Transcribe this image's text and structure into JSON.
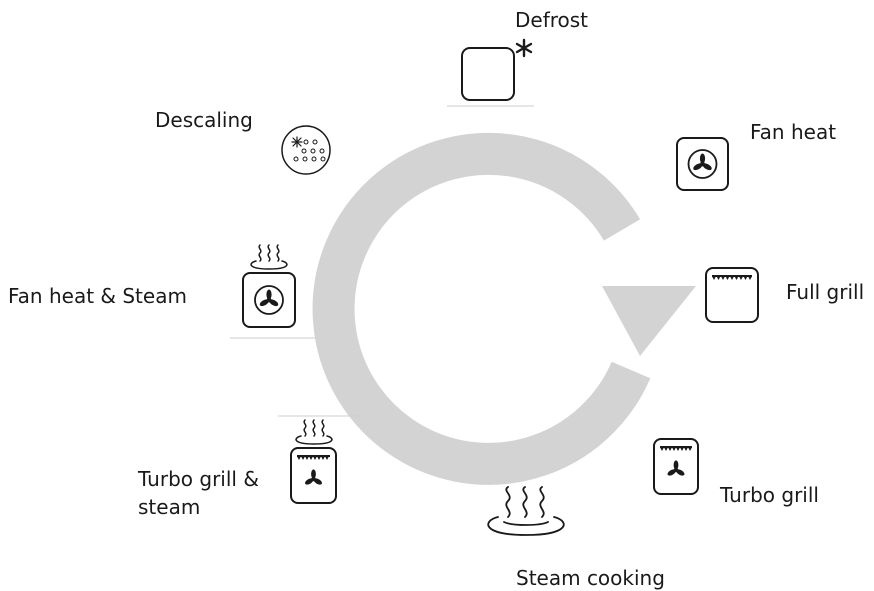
{
  "diagram": {
    "modes": {
      "defrost": {
        "label": "Defrost",
        "icon": "snowflake-asterisk-icon"
      },
      "fan_heat": {
        "label": "Fan heat",
        "icon": "fan-icon"
      },
      "full_grill": {
        "label": "Full grill",
        "icon": "grill-element-icon"
      },
      "turbo_grill": {
        "label": "Turbo grill",
        "icon": "grill-fan-icon"
      },
      "steam_cooking": {
        "label": "Steam cooking",
        "icon": "steam-icon"
      },
      "turbo_grill_steam": {
        "label_line1": "Turbo grill &",
        "label_line2": "steam",
        "icon": "grill-fan-steam-icon"
      },
      "fan_heat_steam": {
        "label": "Fan heat & Steam",
        "icon": "fan-steam-icon"
      },
      "descaling": {
        "label": "Descaling",
        "icon": "descaling-icon"
      }
    },
    "colors": {
      "arrow": "#d3d3d3",
      "icon_stroke": "#1a1a1a",
      "divider": "#cccccc"
    }
  }
}
